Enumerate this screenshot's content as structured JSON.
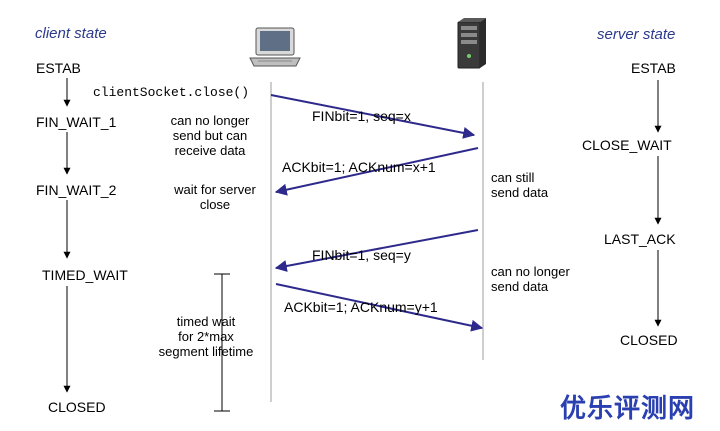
{
  "headers": {
    "client": "client state",
    "server": "server state"
  },
  "client_states": [
    "ESTAB",
    "FIN_WAIT_1",
    "FIN_WAIT_2",
    "TIMED_WAIT",
    "CLOSED"
  ],
  "server_states": [
    "ESTAB",
    "CLOSE_WAIT",
    "LAST_ACK",
    "CLOSED"
  ],
  "close_call": "clientSocket.close()",
  "messages": {
    "fin_client": "FINbit=1, seq=x",
    "ack_server": "ACKbit=1; ACKnum=x+1",
    "fin_server": "FINbit=1, seq=y",
    "ack_client": "ACKbit=1; ACKnum=y+1"
  },
  "notes": {
    "no_longer_send": [
      "can no longer",
      "send but can",
      "receive data"
    ],
    "wait_server_close": [
      "wait for server",
      "close"
    ],
    "can_still_send": [
      "can still",
      "send data"
    ],
    "server_no_longer": [
      "can no longer",
      "send data"
    ],
    "timed_wait": [
      "timed wait",
      "for 2*max",
      "segment lifetime"
    ]
  },
  "icons": {
    "client": "laptop-icon",
    "server": "server-tower-icon"
  },
  "colors": {
    "arrow": "#2e2a8c",
    "header": "#2b3a8c",
    "watermark": "#2a3fb0"
  },
  "watermark": "优乐评测网"
}
